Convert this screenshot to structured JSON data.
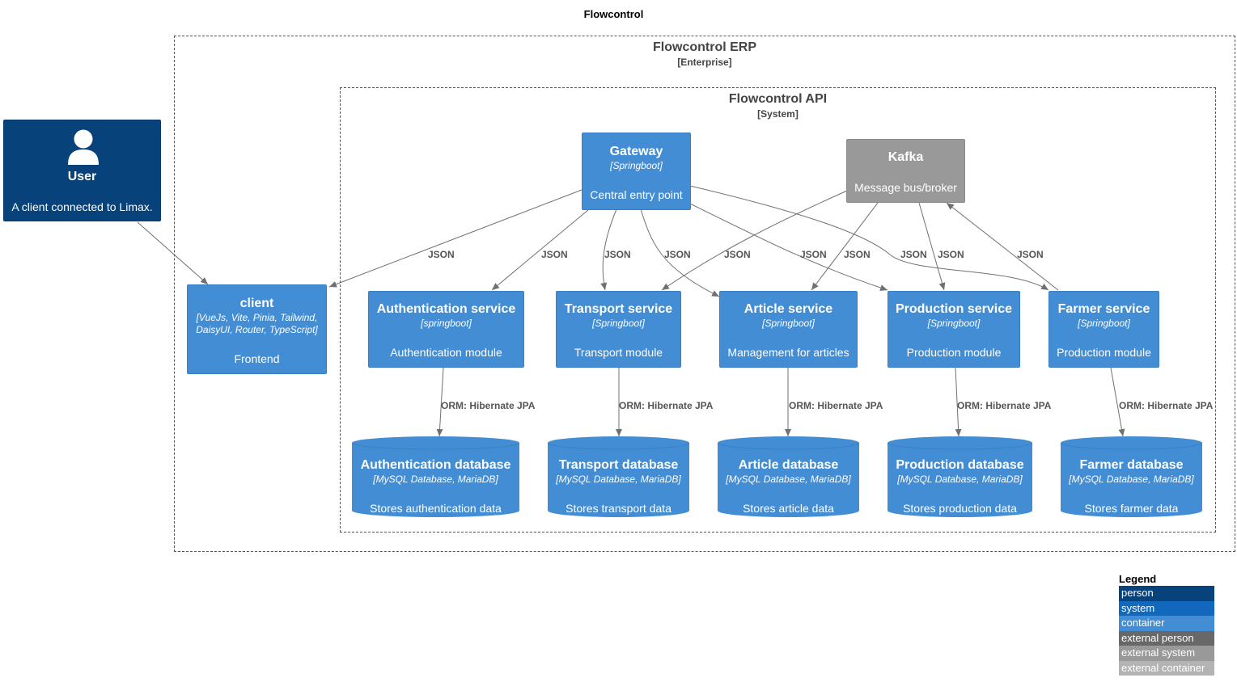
{
  "title": "Flowcontrol",
  "boundaries": {
    "erp": {
      "name": "Flowcontrol ERP",
      "type": "[Enterprise]"
    },
    "api": {
      "name": "Flowcontrol API",
      "type": "[System]"
    }
  },
  "user": {
    "name": "User",
    "description": "A client connected to Limax.",
    "icon": "person-icon"
  },
  "client": {
    "name": "client",
    "tech_line1": "[VueJs, Vite, Pinia, Tailwind,",
    "tech_line2": "DaisyUI, Router, TypeScript]",
    "description": "Frontend"
  },
  "gateway": {
    "name": "Gateway",
    "tech": "[Springboot]",
    "description": "Central entry point"
  },
  "kafka": {
    "name": "Kafka",
    "description": "Message bus/broker"
  },
  "services": [
    {
      "name": "Authentication service",
      "tech": "[springboot]",
      "description": "Authentication module"
    },
    {
      "name": "Transport service",
      "tech": "[Springboot]",
      "description": "Transport module"
    },
    {
      "name": "Article service",
      "tech": "[Springboot]",
      "description": "Management for articles"
    },
    {
      "name": "Production service",
      "tech": "[Springboot]",
      "description": "Production module"
    },
    {
      "name": "Farmer service",
      "tech": "[Springboot]",
      "description": "Production module"
    }
  ],
  "databases": [
    {
      "name": "Authentication database",
      "tech": "[MySQL Database, MariaDB]",
      "description": "Stores authentication data"
    },
    {
      "name": "Transport database",
      "tech": "[MySQL Database, MariaDB]",
      "description": "Stores transport data"
    },
    {
      "name": "Article database",
      "tech": "[MySQL Database, MariaDB]",
      "description": "Stores article data"
    },
    {
      "name": "Production database",
      "tech": "[MySQL Database, MariaDB]",
      "description": "Stores production data"
    },
    {
      "name": "Farmer database",
      "tech": "[MySQL Database, MariaDB]",
      "description": "Stores farmer data"
    }
  ],
  "edge_labels": {
    "json": "JSON",
    "orm": "ORM: Hibernate JPA"
  },
  "legend": {
    "title": "Legend",
    "items": [
      {
        "label": "person",
        "color": "#08427b"
      },
      {
        "label": "system",
        "color": "#1168bd"
      },
      {
        "label": "container",
        "color": "#438dd5"
      },
      {
        "label": "external person",
        "color": "#686868"
      },
      {
        "label": "external system",
        "color": "#999999"
      },
      {
        "label": "external container",
        "color": "#b3b3b3"
      }
    ]
  },
  "colors": {
    "container": "#438dd5",
    "person": "#08427b",
    "external_system": "#999999",
    "edge": "#707070"
  }
}
